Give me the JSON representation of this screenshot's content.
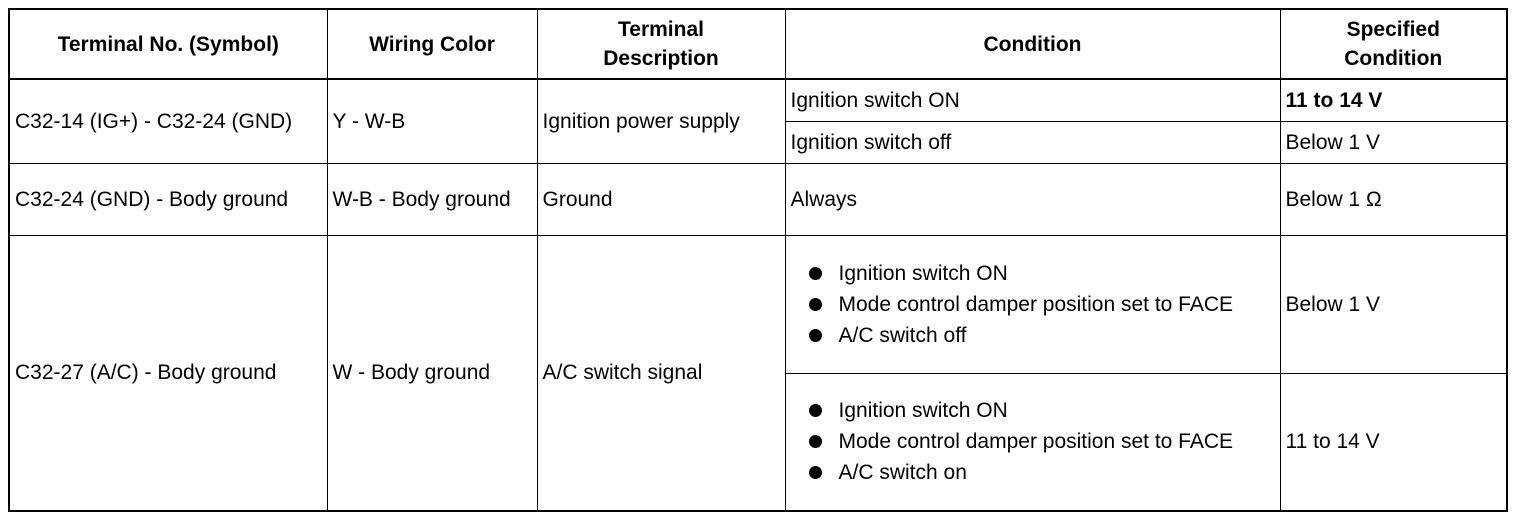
{
  "headers": {
    "terminal_no": "Terminal No. (Symbol)",
    "wiring_color": "Wiring Color",
    "terminal_desc_line1": "Terminal",
    "terminal_desc_line2": "Description",
    "condition": "Condition",
    "specified_line1": "Specified",
    "specified_line2": "Condition"
  },
  "rows": [
    {
      "terminal": "C32-14 (IG+) - C32-24 (GND)",
      "wiring": "Y - W-B",
      "description": "Ignition power supply",
      "conditions": [
        {
          "text": "Ignition switch ON",
          "spec": "11 to 14 V"
        },
        {
          "text": "Ignition switch off",
          "spec": "Below 1 V"
        }
      ]
    },
    {
      "terminal": "C32-24 (GND) - Body ground",
      "wiring": "W-B - Body ground",
      "description": "Ground",
      "conditions": [
        {
          "text": "Always",
          "spec": "Below 1 Ω"
        }
      ]
    },
    {
      "terminal": "C32-27 (A/C) - Body ground",
      "wiring": "W - Body ground",
      "description": "A/C switch signal",
      "conditions": [
        {
          "bullets": [
            "Ignition switch ON",
            "Mode control damper position set to FACE",
            "A/C switch off"
          ],
          "spec": "Below 1 V"
        },
        {
          "bullets": [
            "Ignition switch ON",
            "Mode control damper position set to FACE",
            "A/C switch on"
          ],
          "spec": "11 to 14 V"
        }
      ]
    }
  ]
}
